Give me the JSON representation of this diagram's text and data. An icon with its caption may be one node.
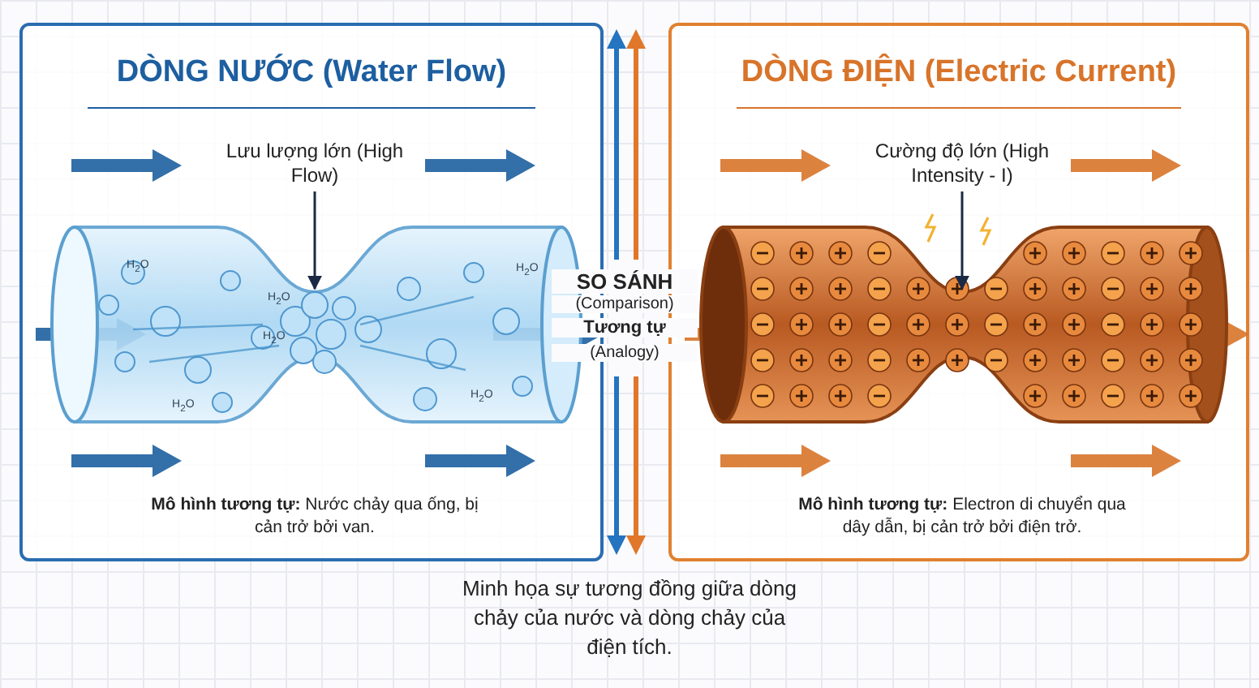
{
  "diagram": {
    "caption": "Minh họa sự tương đồng giữa dòng chảy của nước và dòng chảy của điện tích.",
    "nodes": [
      {
        "text": [
          "DÒNG NƯỚC (Water Flow)",
          "**Mô hình tương tự:** Nước chảy qua ống, bị cản trở bởi van."
        ]
      },
      {
        "text": [
          "Lưu lượng lớn (High Flow)"
        ],
        "in": 0
      },
      {
        "text": [],
        "shape": "picture",
        "in": 0
      },
      {
        "text": [
          "DÒNG ĐIỆN (Electric Current)",
          "**Mô hình tương tự:** Electron di chuyển qua dây dẫn, bị cản trở bởi điện trở."
        ]
      },
      {
        "text": [
          "Cường độ lớn (High Intensity - I)"
        ],
        "in": 3
      },
      {
        "text": [],
        "shape": "picture",
        "in": 3
      }
    ],
    "edges": [
      {
        "from": 1,
        "to": 2,
        "arrow": "to"
      },
      {
        "from": 4,
        "to": 5,
        "arrow": "to"
      }
    ],
    "labels": [
      "H$_{2}$O",
      "H$_{2}$O",
      "H$_{2}$O",
      "H$_{2}$O",
      "H$_{2}$O",
      "H$_{2}$O",
      "SO SÁNH",
      "(Comparison)",
      "Tương tự",
      "(Analogy)"
    ]
  }
}
